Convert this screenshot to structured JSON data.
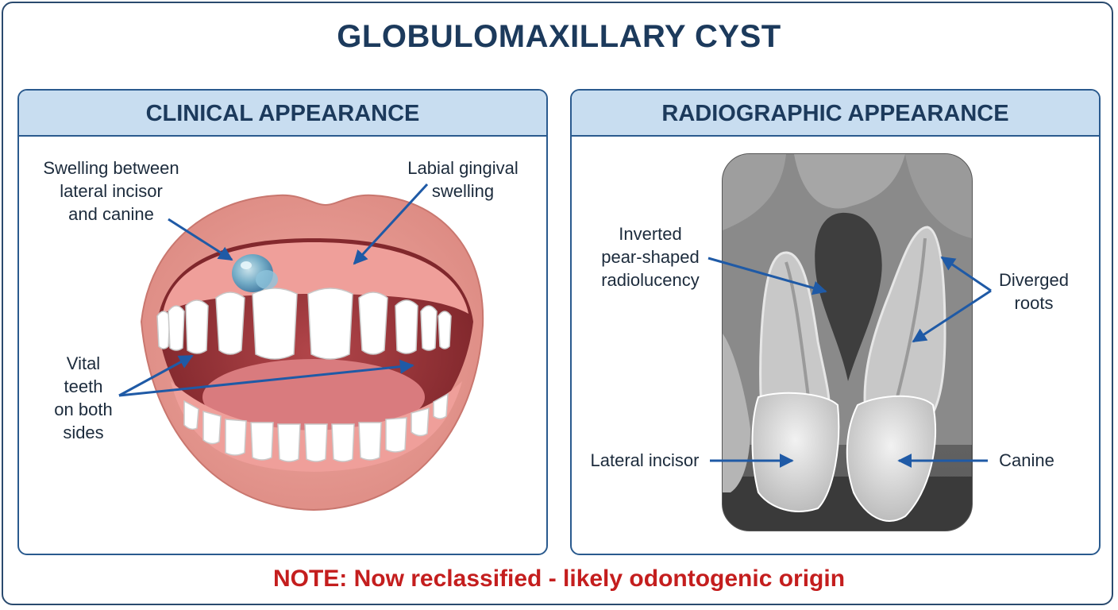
{
  "title": "GLOBULOMAXILLARY CYST",
  "clinical": {
    "header": "CLINICAL APPEARANCE",
    "labels": {
      "swelling_between": [
        "Swelling between",
        "lateral incisor",
        "and canine"
      ],
      "labial_swelling": [
        "Labial gingival",
        "swelling"
      ],
      "vital_teeth": [
        "Vital",
        "teeth",
        "on both",
        "sides"
      ]
    }
  },
  "radiographic": {
    "header": "RADIOGRAPHIC APPEARANCE",
    "labels": {
      "radiolucency": [
        "Inverted",
        "pear-shaped",
        "radiolucency"
      ],
      "diverged_roots": [
        "Diverged",
        "roots"
      ],
      "lateral_incisor": "Lateral incisor",
      "canine": "Canine"
    }
  },
  "note": "NOTE: Now reclassified - likely odontogenic origin",
  "colors": {
    "frame": "#2a4a6e",
    "header_bg": "#c8ddf0",
    "title": "#1c3a5c",
    "arrow": "#1f5aa6",
    "note": "#c41e1e"
  }
}
